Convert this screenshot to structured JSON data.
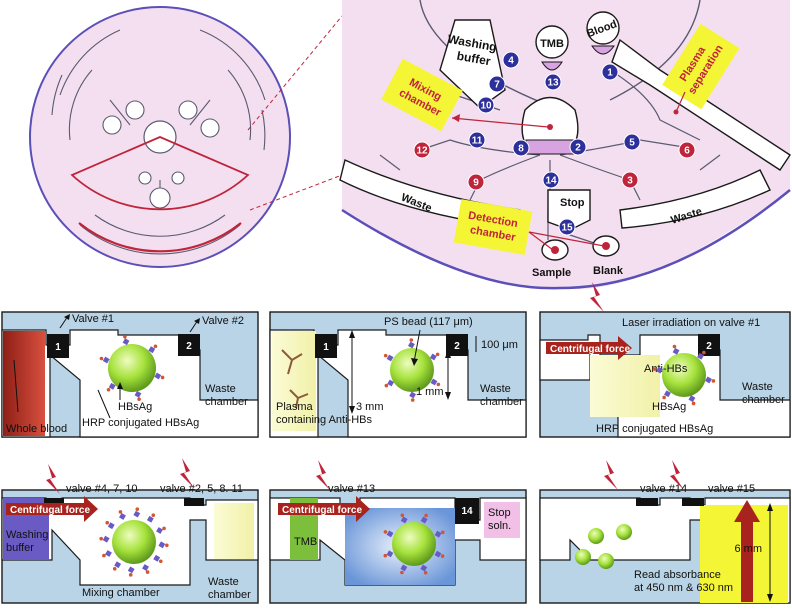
{
  "disc": {
    "zoom": {
      "washing_buffer": "Washing\nbuffer",
      "tmb": "TMB",
      "blood": "Blood",
      "plasma_separation": "Plasma\nseparation",
      "mixing_chamber": "Mixing\nchamber",
      "waste_left": "Waste",
      "waste_right": "Waste",
      "stop": "Stop",
      "detection_chamber": "Detection\nchamber",
      "sample": "Sample",
      "blank": "Blank",
      "valves_blue": [
        "1",
        "2",
        "4",
        "5",
        "7",
        "8",
        "10",
        "11",
        "13",
        "14",
        "15"
      ],
      "valves_red": [
        "3",
        "6",
        "9",
        "12"
      ]
    }
  },
  "panels": {
    "p1": {
      "valve1": "Valve #1",
      "valve2": "Valve #2",
      "v1": "1",
      "v2": "2",
      "whole_blood": "Whole blood",
      "hbsag": "HBsAg",
      "hrp": "HRP conjugated HBsAg",
      "waste": "Waste\nchamber"
    },
    "p2": {
      "ps_bead": "PS bead (117 μm)",
      "v1": "1",
      "v2": "2",
      "d100": "100 μm",
      "d3mm": "3 mm",
      "d1mm": "1 mm",
      "plasma": "Plasma\ncontaining Anti-HBs",
      "waste": "Waste\nchamber"
    },
    "p3": {
      "laser": "Laser irradiation on valve #1",
      "centrifugal": "Centrifugal force",
      "anti_hbs": "Anti-HBs",
      "hbsag": "HBsAg",
      "hrp": "HRP conjugated HBsAg",
      "v2": "2",
      "waste": "Waste\nchamber"
    },
    "p4": {
      "valves_a": "valve #4, 7, 10",
      "valves_b": "valve #2, 5, 8. 11",
      "centrifugal": "Centrifugal force",
      "washing": "Washing\nbuffer",
      "mixing": "Mixing chamber",
      "waste": "Waste\nchamber"
    },
    "p5": {
      "valve13": "valve #13",
      "centrifugal": "Centrifugal force",
      "tmb": "TMB",
      "v14": "14",
      "stop": "Stop\nsoln."
    },
    "p6": {
      "valve14": "valve #14",
      "valve15": "valve #15",
      "read": "Read absorbance\nat 450 nm & 630 nm",
      "d6mm": "6 mm"
    }
  },
  "colors": {
    "disc_fill": "#f4dff0",
    "disc_rim": "#5b4fb8",
    "sector_line": "#c0243b",
    "panel_bg": "#b9d4e6",
    "valve_blue": "#2d2f9a",
    "valve_red": "#c0243b",
    "highlight_yellow": "#f4f535",
    "arrow_red": "#a8231d",
    "blood_red": "#c83a2e",
    "bead_green": "#a6e23c",
    "washing_blue": "#6a5bc4",
    "tmb_green": "#7cbf3c",
    "stop_pink": "#f2bfe6"
  }
}
